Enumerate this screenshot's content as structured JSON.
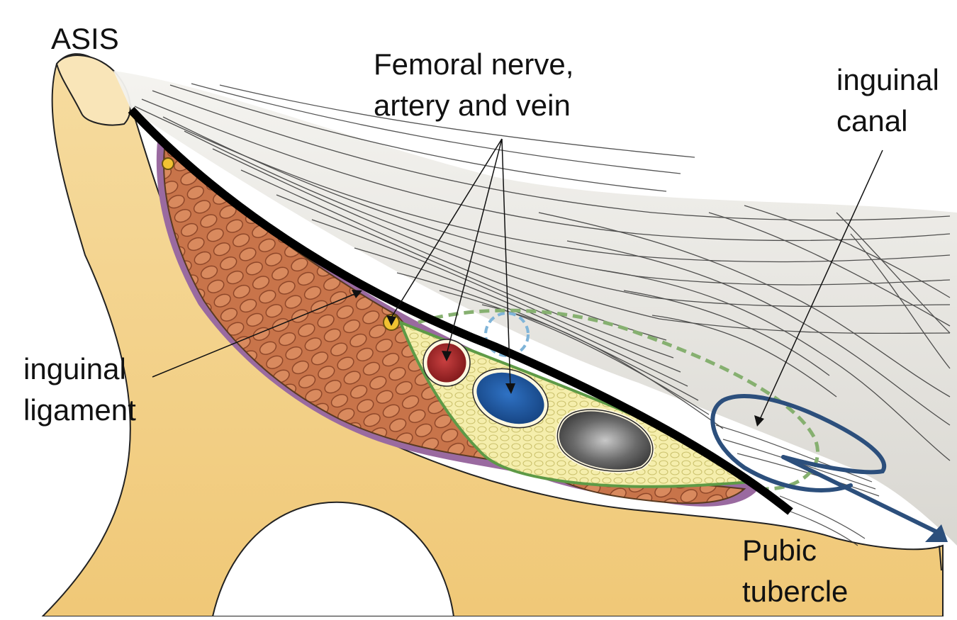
{
  "labels": {
    "asis": "ASIS",
    "femoral": [
      "Femoral nerve,",
      "artery and vein"
    ],
    "canal": [
      "inguinal",
      "canal"
    ],
    "ligament": [
      "inguinal",
      "ligament"
    ],
    "pubic": [
      "Pubic",
      "tubercle"
    ]
  },
  "colors": {
    "bone": "#f3cf86",
    "bone_light": "#f9e5b8",
    "muscle": "#c8744a",
    "fascia_purple": "#9a6aa0",
    "sheath_green": "#5e9a46",
    "fat_yellow": "#f3eba0",
    "artery": "#a8262a",
    "vein": "#1f5aa0",
    "node": "#555555",
    "canal_outline": "#2c4f7c",
    "canal_dashed": "#86b070",
    "ring_dashed": "#7fb4d8",
    "ligament": "#000000",
    "nerve": "#f1c232"
  }
}
